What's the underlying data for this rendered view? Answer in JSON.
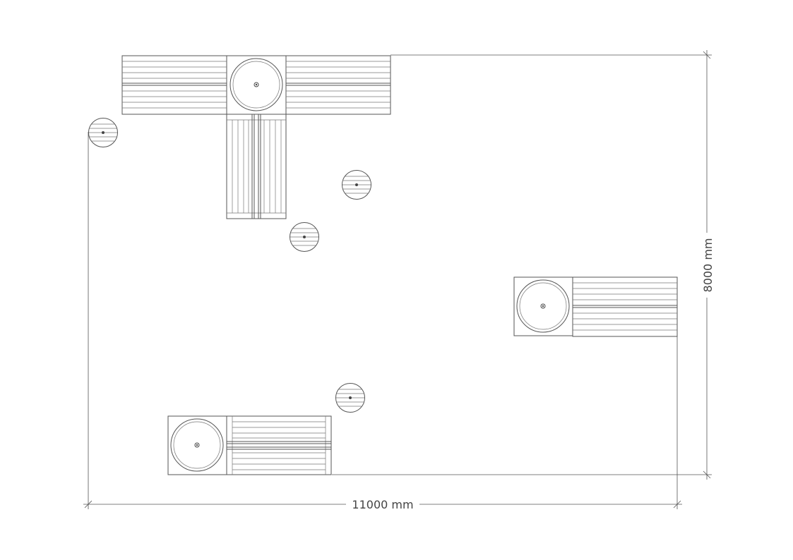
{
  "dimensions": {
    "width_label": "11000 mm",
    "height_label": "8000 mm"
  },
  "colors": {
    "line": "#555555",
    "background": "#ffffff"
  },
  "elements": {
    "planter_benches": 3,
    "round_stools": 4
  }
}
